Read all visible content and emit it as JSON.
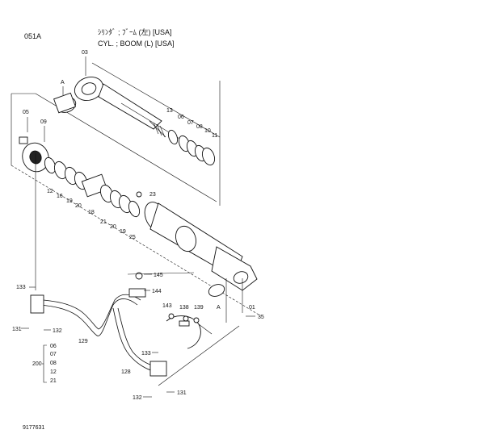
{
  "header": {
    "page_code": "051A",
    "title_jp": "ｼﾘﾝﾀﾞ ; ﾌﾞｰﾑ (左) [USA]",
    "title_en": "CYL. ; BOOM (L) [USA]"
  },
  "footer": {
    "drawing_no": "9177631"
  },
  "callouts": {
    "c03": "03",
    "cA1": "A",
    "c05": "05",
    "c09": "09",
    "c13": "13",
    "c06": "06",
    "c07": "07",
    "c08": "08",
    "c10": "10",
    "c11": "11",
    "c12": "12",
    "c16": "16",
    "c19a": "19",
    "c20a": "20",
    "c18": "18",
    "c21": "21",
    "c20b": "20",
    "c19b": "19",
    "c25": "25",
    "c23": "23",
    "c145": "145",
    "c144": "144",
    "c133a": "133",
    "c143": "143",
    "c138": "138",
    "c139": "139",
    "cA2": "A",
    "c01": "01",
    "c35": "35",
    "c131a": "131",
    "c132a": "132",
    "c129": "129",
    "c133b": "133",
    "c128": "128",
    "c132b": "132",
    "c131b": "131"
  },
  "kit": {
    "label": "200",
    "items": [
      "06",
      "07",
      "08",
      "12",
      "21"
    ]
  }
}
